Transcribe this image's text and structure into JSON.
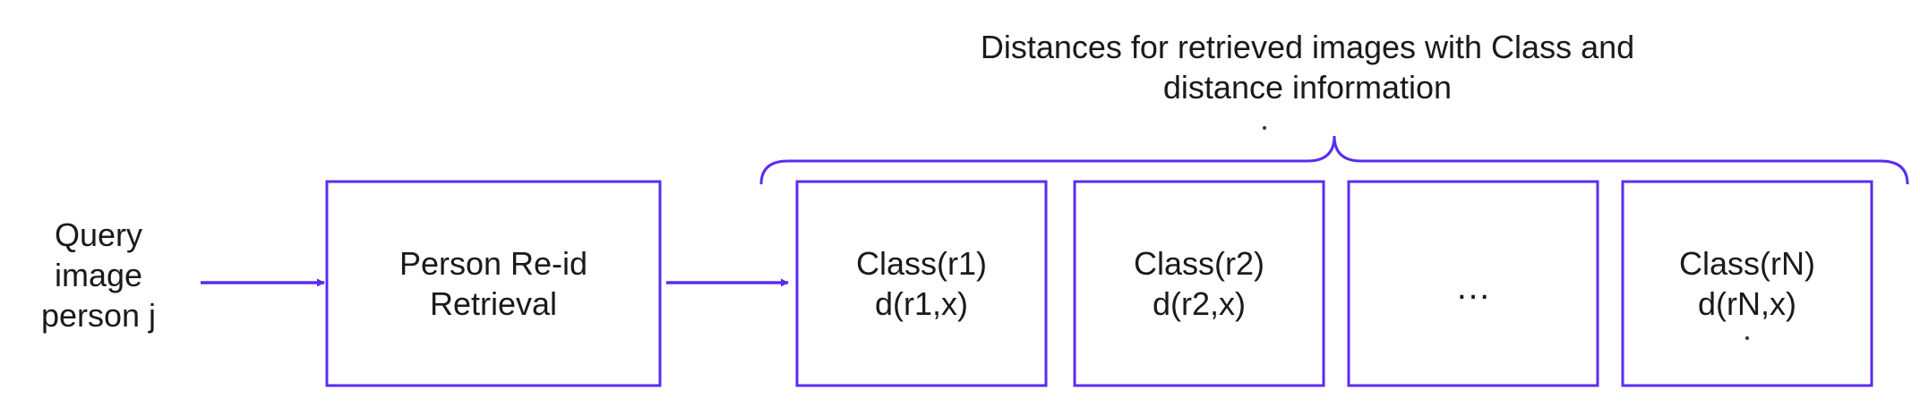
{
  "colors": {
    "stroke": "#5b2bf0",
    "text": "#1a1a1a",
    "background": "#ffffff"
  },
  "input": {
    "lines": [
      "Query",
      "image",
      "person j"
    ]
  },
  "retrieval_box": {
    "lines": [
      "Person Re-id",
      "Retrieval"
    ]
  },
  "brace_caption": {
    "lines": [
      "Distances for retrieved images with Class and",
      "distance information"
    ]
  },
  "result_boxes": [
    {
      "lines": [
        "Class(r1)",
        "d(r1,x)"
      ]
    },
    {
      "lines": [
        "Class(r2)",
        "d(r2,x)"
      ]
    },
    {
      "lines": [
        "…"
      ]
    },
    {
      "lines": [
        "Class(rN)",
        "d(rN,x)"
      ]
    }
  ]
}
